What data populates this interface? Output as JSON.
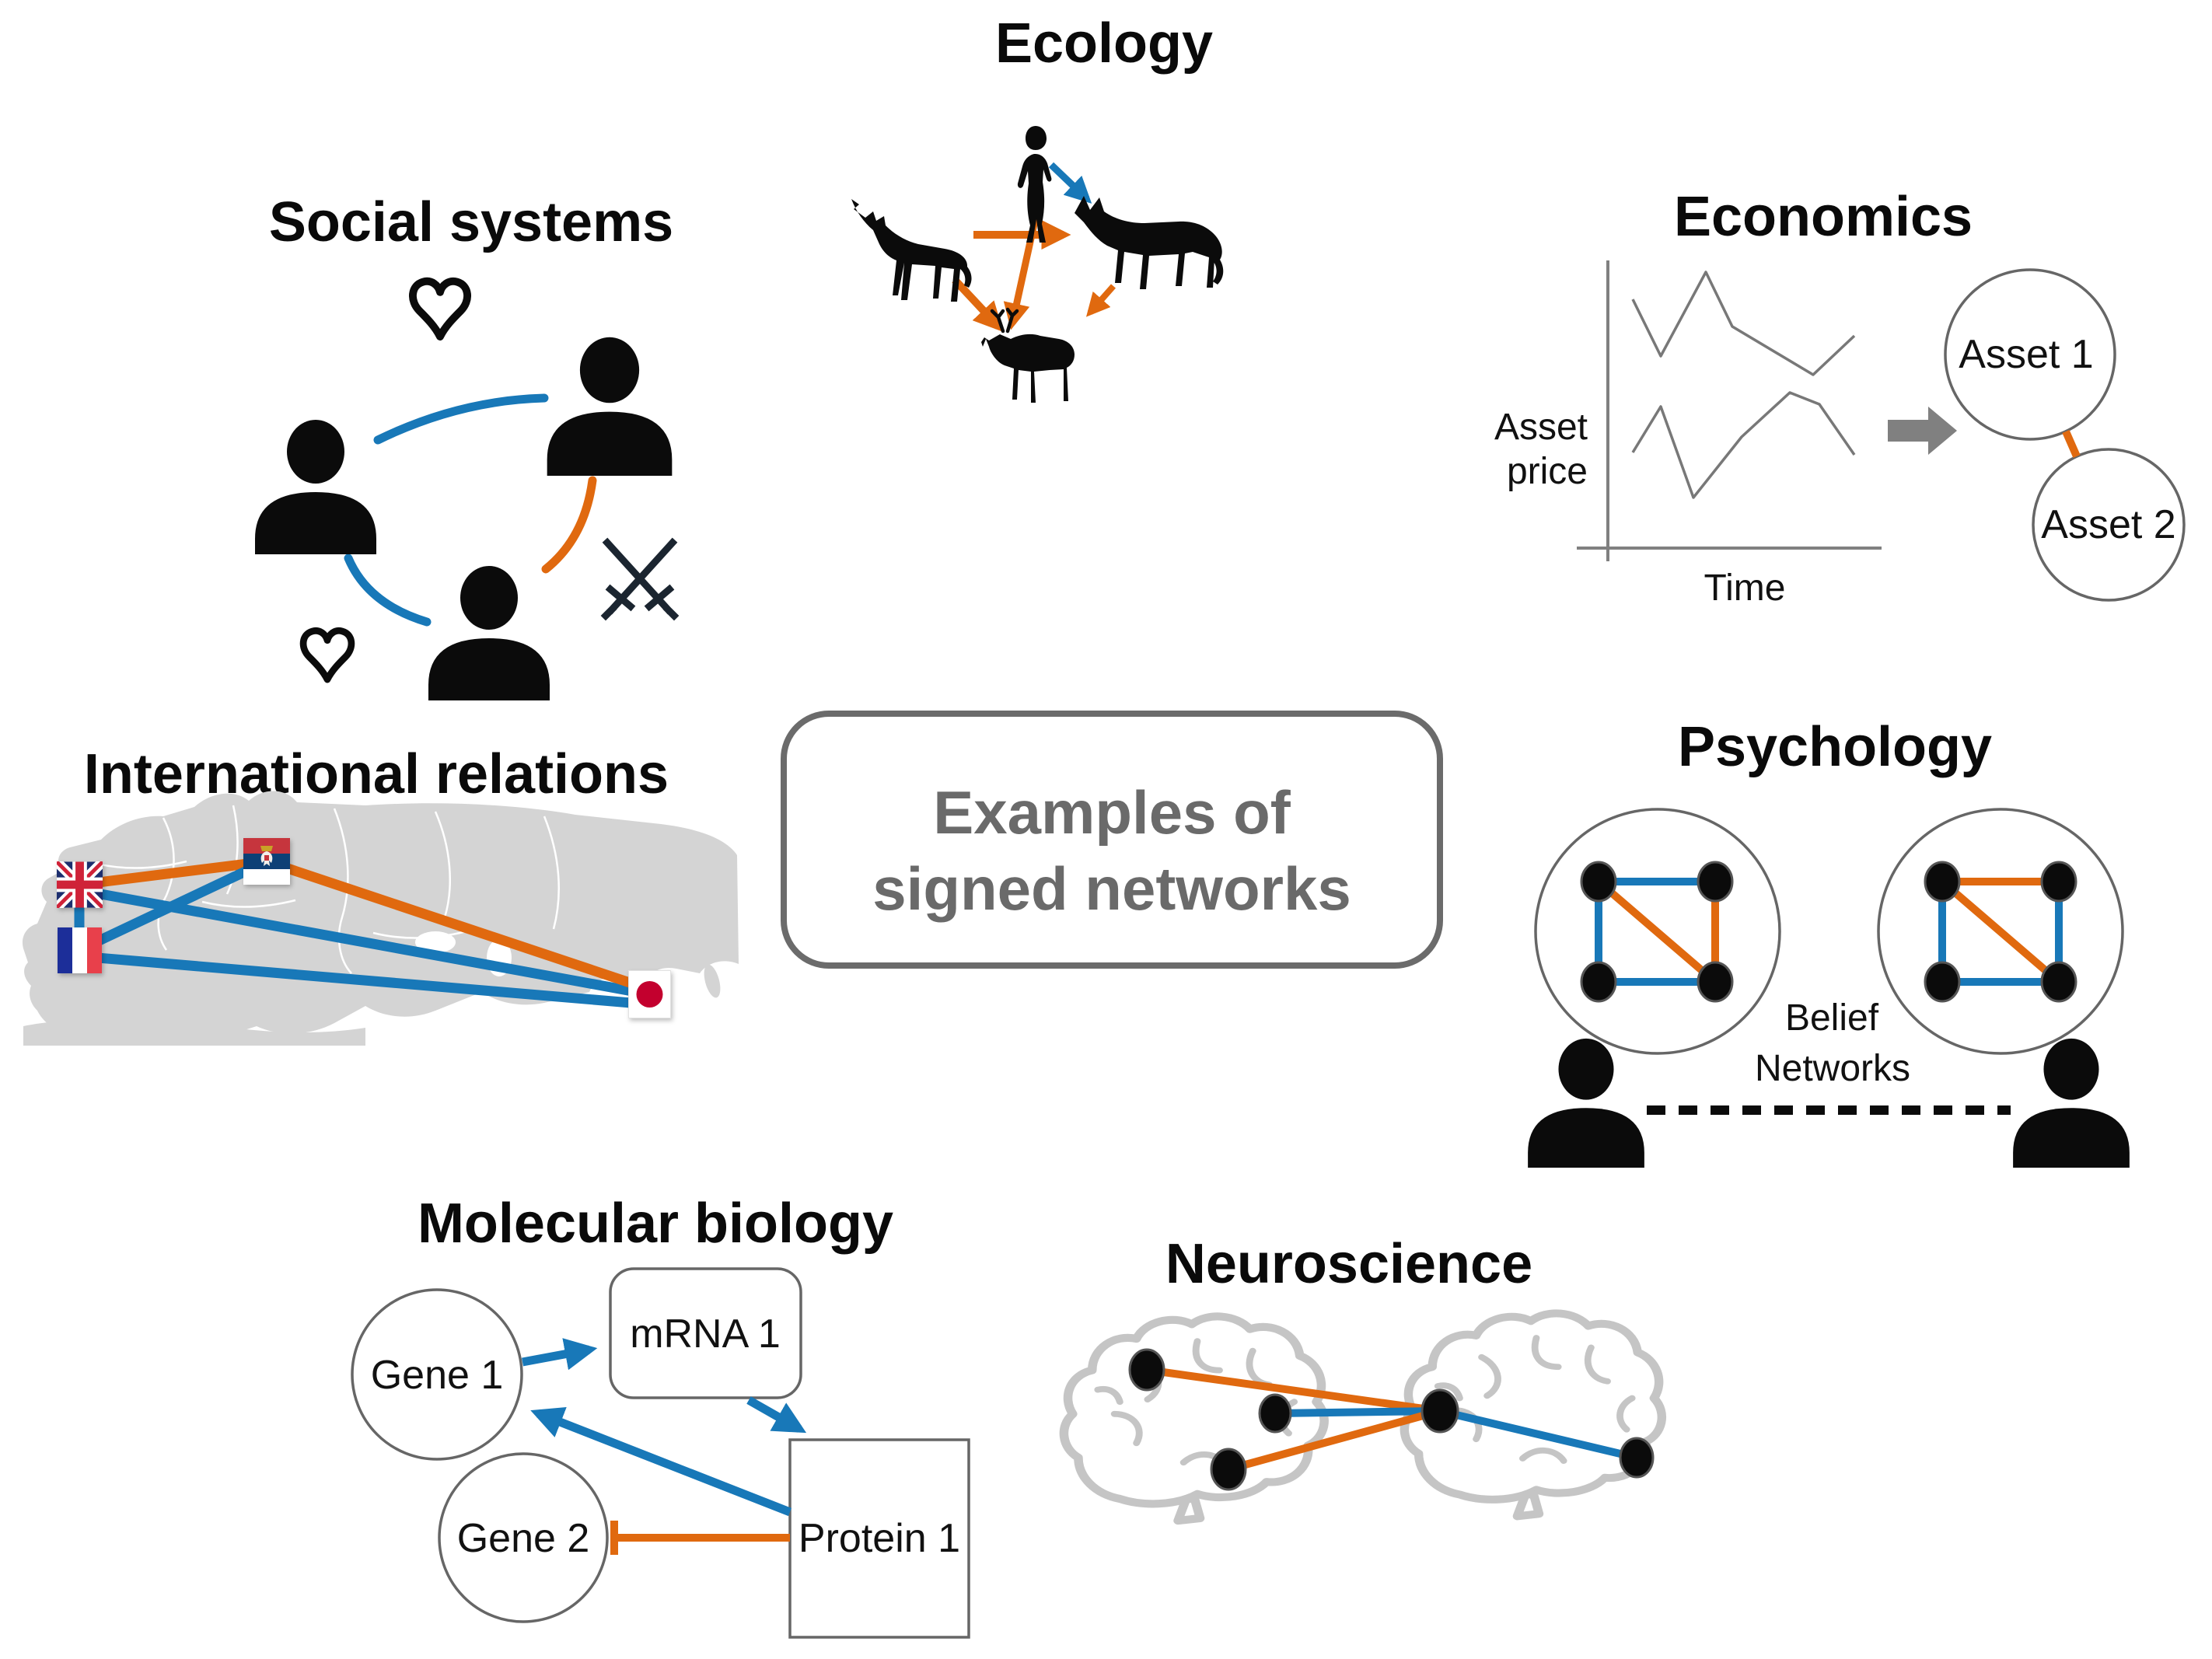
{
  "figure": {
    "center_line1": "Examples of",
    "center_line2": "signed networks"
  },
  "panels": {
    "social_systems": {
      "title": "Social systems"
    },
    "ecology": {
      "title": "Ecology"
    },
    "economics": {
      "title": "Economics",
      "y_axis_label_line1": "Asset",
      "y_axis_label_line2": "price",
      "x_axis_label": "Time",
      "asset1_label": "Asset 1",
      "asset2_label": "Asset 2"
    },
    "international_relations": {
      "title": "International relations"
    },
    "psychology": {
      "title": "Psychology",
      "belief_line1": "Belief",
      "belief_line2": "Networks"
    },
    "molecular_biology": {
      "title": "Molecular biology",
      "gene1_label": "Gene 1",
      "gene2_label": "Gene 2",
      "mrna_label": "mRNA 1",
      "protein_label": "Protein 1"
    },
    "neuroscience": {
      "title": "Neuroscience"
    }
  },
  "colors": {
    "positive": "#1878b8",
    "negative": "#e0690f",
    "neutral": "#6a6a6a"
  }
}
